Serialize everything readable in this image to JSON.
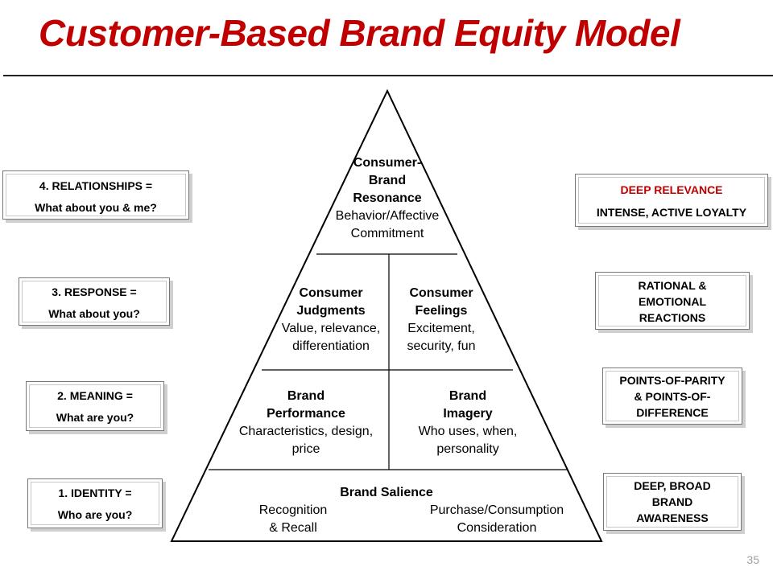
{
  "title": "Customer-Based Brand Equity Model",
  "page_number": "35",
  "colors": {
    "title": "#c00000",
    "accent_text": "#c00000",
    "lines": "#000000"
  },
  "pyramid": {
    "resonance": {
      "heading_1": "Consumer-",
      "heading_2": "Brand",
      "heading_3": "Resonance",
      "desc_1": "Behavior/Affective",
      "desc_2": "Commitment"
    },
    "judgments": {
      "heading_1": "Consumer",
      "heading_2": "Judgments",
      "desc_1": "Value, relevance,",
      "desc_2": "differentiation"
    },
    "feelings": {
      "heading_1": "Consumer",
      "heading_2": "Feelings",
      "desc_1": "Excitement,",
      "desc_2": "security, fun"
    },
    "performance": {
      "heading_1": "Brand",
      "heading_2": "Performance",
      "desc_1": "Characteristics, design,",
      "desc_2": "price"
    },
    "imagery": {
      "heading_1": "Brand",
      "heading_2": "Imagery",
      "desc_1": "Who uses, when,",
      "desc_2": "personality"
    },
    "salience": {
      "heading": "Brand Salience",
      "left_1": "Recognition",
      "left_2": "& Recall",
      "right_1": "Purchase/Consumption",
      "right_2": "Consideration"
    }
  },
  "left_boxes": [
    {
      "line_1": "4.   RELATIONSHIPS  =",
      "line_2": "What about you & me?"
    },
    {
      "line_1": "3.  RESPONSE  =",
      "line_2": "What about you?"
    },
    {
      "line_1": "2.   MEANING  =",
      "line_2": "What are you?"
    },
    {
      "line_1": "1.   IDENTITY  =",
      "line_2": "Who are you?"
    }
  ],
  "right_boxes": [
    {
      "line_1": "DEEP RELEVANCE",
      "line_2": "INTENSE, ACTIVE LOYALTY"
    },
    {
      "line_1": "RATIONAL &",
      "line_2": "EMOTIONAL",
      "line_3": "REACTIONS"
    },
    {
      "line_1": "POINTS-OF-PARITY",
      "line_2": "& POINTS-OF-",
      "line_3": "DIFFERENCE"
    },
    {
      "line_1": "DEEP, BROAD",
      "line_2": "BRAND",
      "line_3": "AWARENESS"
    }
  ]
}
